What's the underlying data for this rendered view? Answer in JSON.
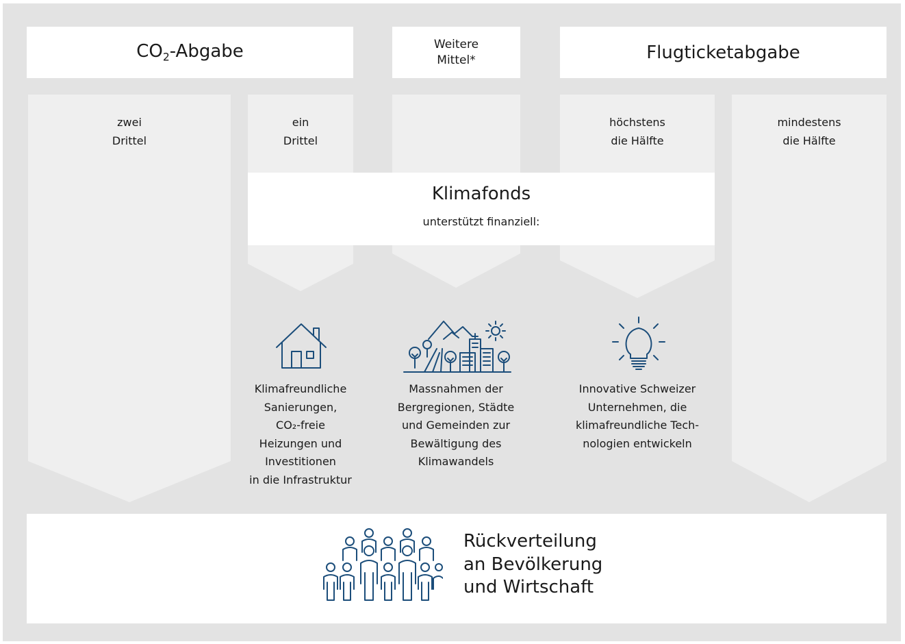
{
  "headers": {
    "co2_prefix": "CO",
    "co2_sub": "2",
    "co2_suffix": "-Abgabe",
    "weitere_mittel": "Weitere\nMittel*",
    "flugticket": "Flugticketabgabe"
  },
  "lanes": {
    "zwei_drittel": "zwei\nDrittel",
    "ein_drittel": "ein\nDrittel",
    "hoechstens": "höchstens\ndie Hälfte",
    "mindestens": "mindestens\ndie Hälfte"
  },
  "klimafonds": {
    "title": "Klimafonds",
    "subtitle": "unterstützt finanziell:"
  },
  "uses": {
    "gebaeude": "Klimafreundliche\nSanierungen,\nCO₂-freie\nHeizungen und\nInvestitionen\nin die Infrastruktur",
    "regionen": "Massnahmen der\nBergregionen, Städte\nund Gemeinden zur\nBewältigung des\nKlimawandels",
    "innovation": "Innovative Schweizer\nUnternehmen, die\nklimafreundliche Tech-\nnologien entwickeln"
  },
  "bottom": {
    "text": "Rückverteilung\nan Bevölkerung\nund Wirtschaft"
  },
  "icons": {
    "house": "house-icon",
    "city": "city-landscape-icon",
    "bulb": "light-bulb-icon",
    "people": "people-group-icon"
  },
  "colors": {
    "background": "#e3e3e3",
    "panel": "#ffffff",
    "arrow": "#efefef",
    "icon_blue": "#1b4d7a"
  }
}
